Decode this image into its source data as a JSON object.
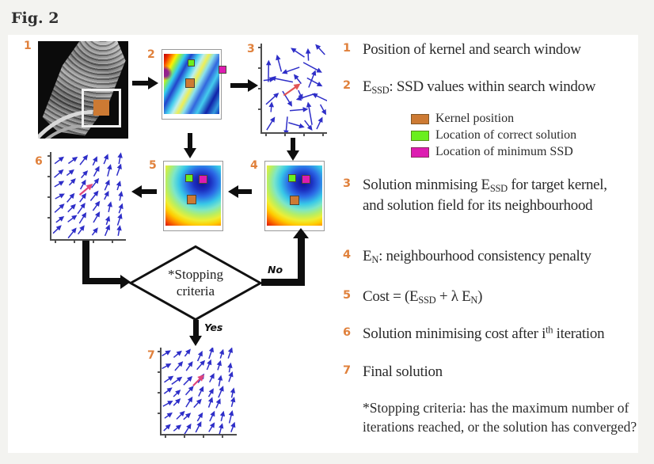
{
  "figure_label": "Fig. 2",
  "colors": {
    "label_orange": "#e0813c",
    "kernel_orange": "#cd7a33",
    "correct_green": "#6aef1f",
    "min_ssd_magenta": "#dd1cb1",
    "quiver_blue": "#2e2ec8",
    "highlight_pink": "#e0457b",
    "highlight_red": "#e25555"
  },
  "flowchart": {
    "panel_labels": [
      "1",
      "2",
      "3",
      "4",
      "5",
      "6",
      "7"
    ],
    "decision": {
      "line1": "*Stopping",
      "line2": "criteria",
      "no_label": "No",
      "yes_label": "Yes"
    }
  },
  "legend": {
    "items": [
      {
        "label": "Kernel position",
        "color": "#cd7a33"
      },
      {
        "label": "Location of correct solution",
        "color": "#6aef1f"
      },
      {
        "label": "Location of minimum SSD",
        "color": "#dd1cb1"
      }
    ]
  },
  "list": {
    "items": [
      {
        "num": "1",
        "segments": [
          {
            "t": "text",
            "v": "Position of kernel and search window"
          }
        ]
      },
      {
        "num": "2",
        "segments": [
          {
            "t": "text",
            "v": "E"
          },
          {
            "t": "sub",
            "v": "SSD"
          },
          {
            "t": "text",
            "v": ": SSD values within search window"
          }
        ]
      },
      {
        "num": "3",
        "segments": [
          {
            "t": "text",
            "v": "Solution minmising E"
          },
          {
            "t": "sub",
            "v": "SSD"
          },
          {
            "t": "text",
            "v": " for target kernel, and solution field for its neighbourhood"
          }
        ]
      },
      {
        "num": "4",
        "segments": [
          {
            "t": "text",
            "v": "E"
          },
          {
            "t": "sub",
            "v": "N"
          },
          {
            "t": "text",
            "v": ": neighbourhood consistency penalty"
          }
        ]
      },
      {
        "num": "5",
        "segments": [
          {
            "t": "text",
            "v": "Cost = (E"
          },
          {
            "t": "sub",
            "v": "SSD"
          },
          {
            "t": "text",
            "v": " + λ E"
          },
          {
            "t": "sub",
            "v": "N"
          },
          {
            "t": "text",
            "v": ")"
          }
        ]
      },
      {
        "num": "6",
        "segments": [
          {
            "t": "text",
            "v": "Solution minimising cost after i"
          },
          {
            "t": "sup",
            "v": "th"
          },
          {
            "t": "text",
            "v": " iteration"
          }
        ]
      },
      {
        "num": "7",
        "segments": [
          {
            "t": "text",
            "v": "Final solution"
          }
        ]
      }
    ]
  },
  "note_text": "*Stopping criteria: has the maximum number of iterations reached, or the solution has converged?"
}
